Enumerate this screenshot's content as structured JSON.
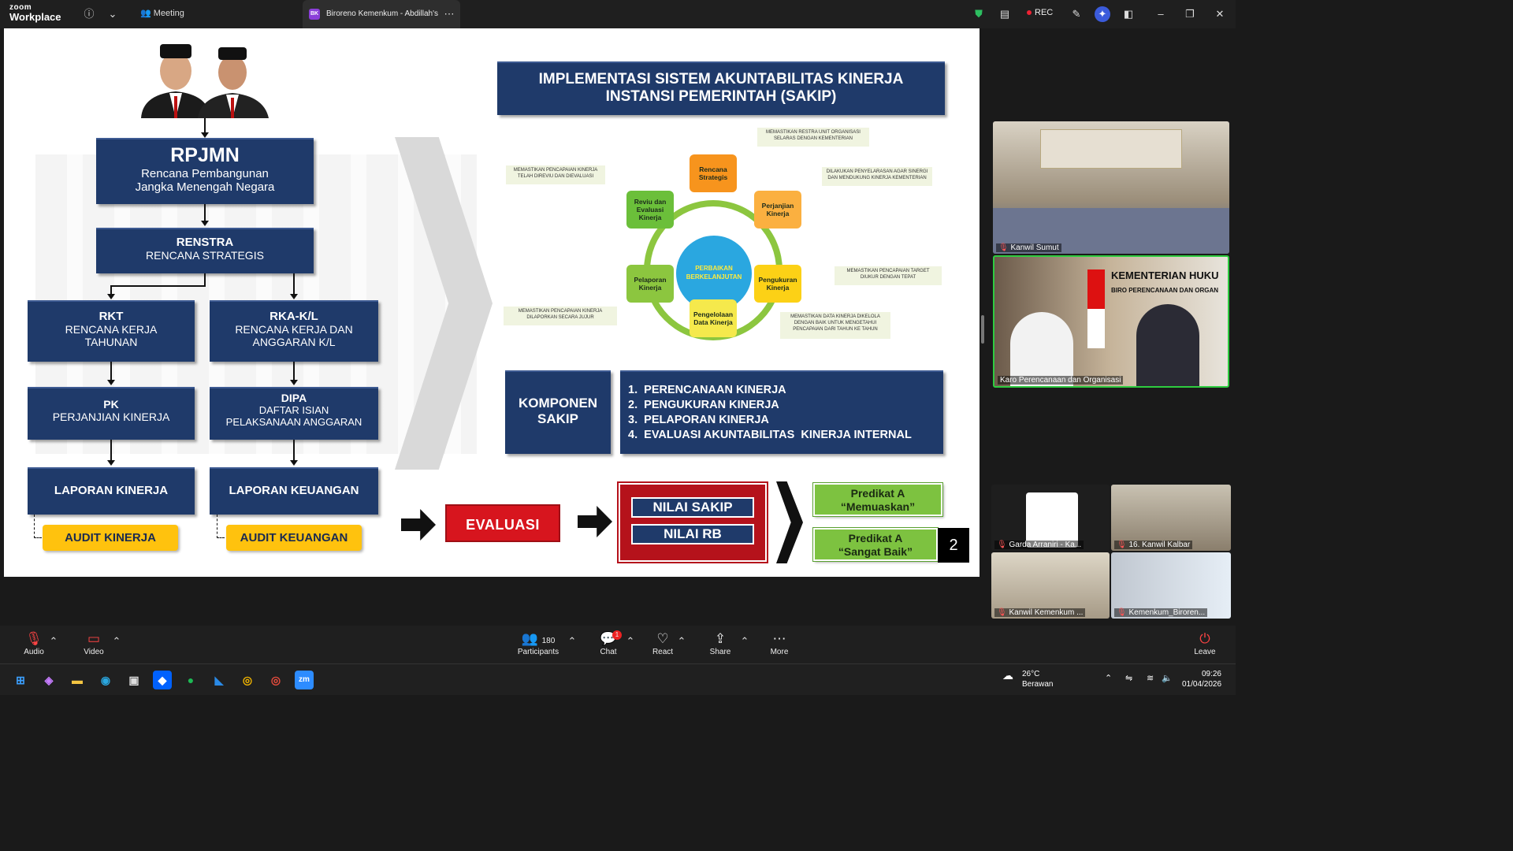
{
  "app": {
    "brand_small": "zoom",
    "brand": "Workplace",
    "meeting_label": "Meeting",
    "tab_badge": "BK",
    "tab_title": "Biroreno Kemenkum - Abdillah's",
    "rec": "REC"
  },
  "slide": {
    "rpjmn": {
      "title": "RPJMN",
      "sub1": "Rencana Pembangunan",
      "sub2": "Jangka Menengah Negara"
    },
    "renstra": {
      "title": "RENSTRA",
      "sub": "RENCANA STRATEGIS"
    },
    "rkt": {
      "title": "RKT",
      "sub1": "RENCANA KERJA",
      "sub2": "TAHUNAN"
    },
    "rkakl": {
      "title": "RKA-K/L",
      "sub1": "RENCANA KERJA DAN",
      "sub2": "ANGGARAN K/L"
    },
    "pk": {
      "title": "PK",
      "sub": "PERJANJIAN KINERJA"
    },
    "dipa": {
      "title": "DIPA",
      "sub1": "DAFTAR ISIAN",
      "sub2": "PELAKSANAAN ANGGARAN"
    },
    "lap_kinerja": "LAPORAN KINERJA",
    "lap_keuangan": "LAPORAN KEUANGAN",
    "audit_kinerja": "AUDIT KINERJA",
    "audit_keuangan": "AUDIT KEUANGAN",
    "sakip_title1": "IMPLEMENTASI SISTEM AKUNTABILITAS KINERJA",
    "sakip_title2": "INSTANSI PEMERINTAH (SAKIP)",
    "cycle": {
      "center1": "PERBAIKAN",
      "center2": "BERKELANJUTAN",
      "rencana": "Rencana Strategis",
      "perjanjian": "Perjanjian Kinerja",
      "pengukuran": "Pengukuran Kinerja",
      "pengelolaan": "Pengelolaan Data Kinerja",
      "pelaporan": "Pelaporan Kinerja",
      "reviu": "Reviu dan Evaluasi Kinerja"
    },
    "notes": {
      "n1": "MEMASTIKAN RESTRA UNIT ORGANISASI SELARAS DENGAN KEMENTERIAN",
      "n2": "DILAKUKAN PENYELARASAN AGAR SINERGI DAN MENDUKUNG KINERJA KEMENTERIAN",
      "n3": "MEMASTIKAN PENCAPAIAN TARGET DIUKUR DENGAN TEPAT",
      "n4": "MEMASTIKAN DATA KINERJA DIKELOLA DENGAN BAIK UNTUK MENGETAHUI PENCAPAIAN DARI TAHUN KE TAHUN",
      "n5": "MEMASTIKAN PENCAPAIAN KINERJA DILAPORKAN SECARA JUJUR",
      "n6": "MEMASTIKAN PENCAPAIAN KINERJA TELAH DIREVIU DAN DIEVALUASI"
    },
    "komponen1": "KOMPONEN",
    "komponen2": "SAKIP",
    "komponen_list": [
      "1.  PERENCANAAN KINERJA",
      "2.  PENGUKURAN KINERJA",
      "3.  PELAPORAN KINERJA",
      "4.  EVALUASI AKUNTABILITAS  KINERJA INTERNAL"
    ],
    "evaluasi": "EVALUASI",
    "nilai_sakip": "NILAI SAKIP",
    "nilai_rb": "NILAI RB",
    "predikat1a": "Predikat A",
    "predikat1b": "“Memuaskan”",
    "predikat2a": "Predikat A",
    "predikat2b": "“Sangat Baik”",
    "page": "2"
  },
  "videos": {
    "v1": "Kanwil Sumut",
    "v2": "Karo Perencanaan dan Organisasi",
    "v2_banner1": "KEMENTERIAN HUKU",
    "v2_banner2": "BIRO PERENCANAAN DAN ORGAN",
    "v3": "Garda Arraniri - Ka...",
    "v4": "16. Kanwil Kalbar",
    "v5": "Kanwil Kemenkum ...",
    "v6": "Kemenkum_Biroren..."
  },
  "controls": {
    "audio": "Audio",
    "video": "Video",
    "participants": "Participants",
    "participants_count": "180",
    "chat": "Chat",
    "chat_badge": "1",
    "react": "React",
    "share": "Share",
    "more": "More",
    "leave": "Leave"
  },
  "taskbar": {
    "temp": "26°C",
    "weather": "Berawan",
    "time": "09:26",
    "date": "01/04/2026"
  }
}
